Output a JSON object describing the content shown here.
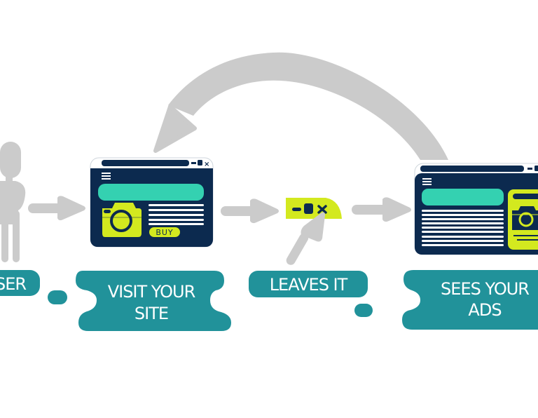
{
  "diagram": {
    "title": "Retargeting funnel",
    "steps": [
      {
        "id": "user",
        "label_lines": [
          "USER"
        ],
        "visible_text": "SER"
      },
      {
        "id": "visit",
        "label_lines": [
          "VISIT YOUR",
          "SITE"
        ]
      },
      {
        "id": "leaves",
        "label_lines": [
          "LEAVES IT"
        ]
      },
      {
        "id": "ads",
        "label_lines": [
          "SEES YOUR",
          "ADS"
        ]
      }
    ],
    "site_window": {
      "buy_button_label": "BUY",
      "window_controls": [
        "minimize",
        "maximize",
        "close"
      ]
    },
    "close_bar": {
      "window_controls": [
        "minimize",
        "maximize",
        "close"
      ]
    },
    "return_arrow": {
      "from": "ads",
      "to": "visit"
    }
  },
  "colors": {
    "navy": "#0c2a4f",
    "teal_label": "#21929a",
    "mint": "#34d1b1",
    "lime": "#d3e91f",
    "arrow_gray": "#cbcbcb",
    "white": "#ffffff"
  }
}
